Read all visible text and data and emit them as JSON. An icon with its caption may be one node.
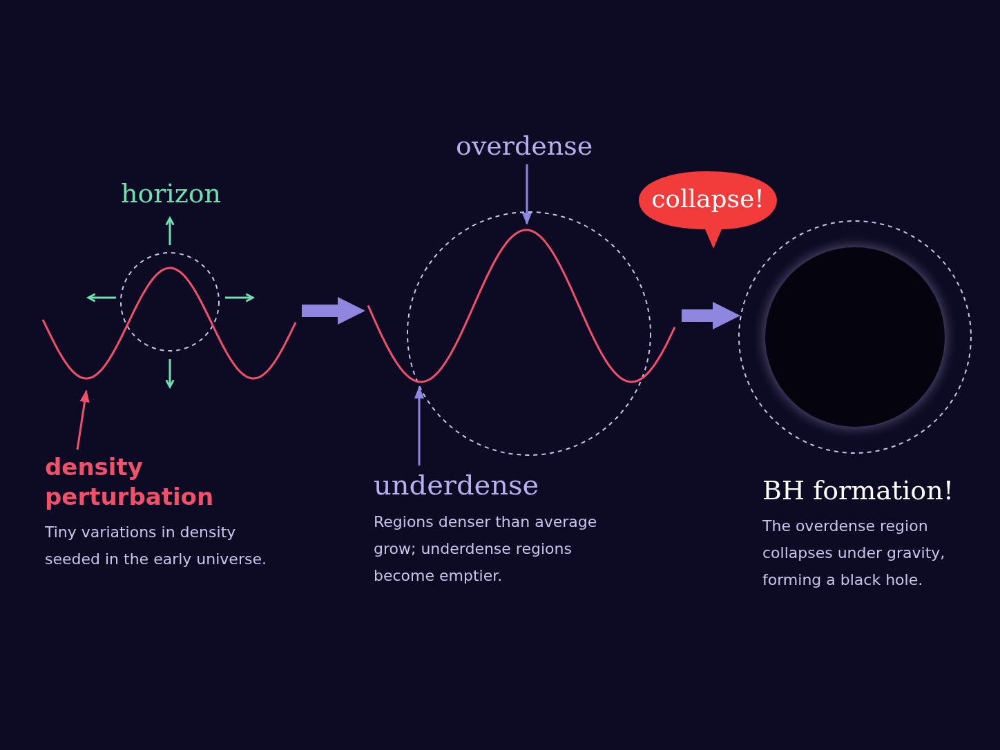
{
  "diagram": {
    "nodes": [
      {
        "text": [],
        "shape": "picture"
      },
      {
        "text": [
          "density perturbation",
          "Tiny variations in density seeded in the early universe."
        ]
      },
      {
        "text": [],
        "shape": "picture"
      },
      {
        "text": [
          "overdense"
        ]
      },
      {
        "text": [
          "underdense",
          "Regions denser than average grow; underdense regions become emptier."
        ]
      },
      {
        "text": [
          "collapse!"
        ]
      },
      {
        "text": [],
        "shape": "circle",
        "beside": [
          "BH formation!",
          "The overdense region collapses under gravity, forming a black hole."
        ]
      }
    ],
    "edges": [
      {
        "from": 0,
        "to": 2,
        "arrow": "to",
        "style": "thick"
      },
      {
        "from": 2,
        "to": 6,
        "arrow": "to",
        "style": "thick"
      },
      {
        "from": 1,
        "to": 0,
        "arrow": "to",
        "color": "#f0506a"
      },
      {
        "from": 3,
        "to": 2,
        "arrow": "to"
      },
      {
        "from": 4,
        "to": 2,
        "arrow": "to"
      }
    ],
    "labels": [
      "horizon"
    ]
  }
}
